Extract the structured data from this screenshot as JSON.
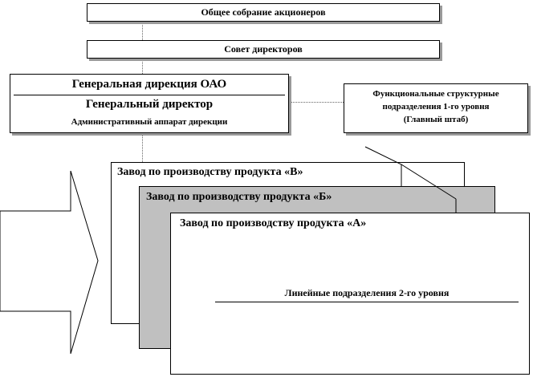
{
  "diagram": {
    "shareholders": "Общее собрание акционеров",
    "board": "Совет директоров",
    "general_directorate": {
      "title": "Генеральная дирекция  ОАО",
      "director": "Генеральный директор",
      "apparatus": "Административный аппарат  дирекции"
    },
    "functional_units": {
      "line1": "Функциональные структурные",
      "line2": "подразделения 1-го уровня",
      "line3": "(Главный штаб)"
    },
    "plants": {
      "v": "Завод по производству продукта «В»",
      "b": "Завод по производству продукта «Б»",
      "a": "Завод по производству продукта «А»"
    },
    "line_units": "Линейные подразделения 2-го уровня",
    "colors": {
      "plant_b_fill": "#c0c0c0",
      "line": "#000000",
      "connector": "#666666"
    }
  }
}
